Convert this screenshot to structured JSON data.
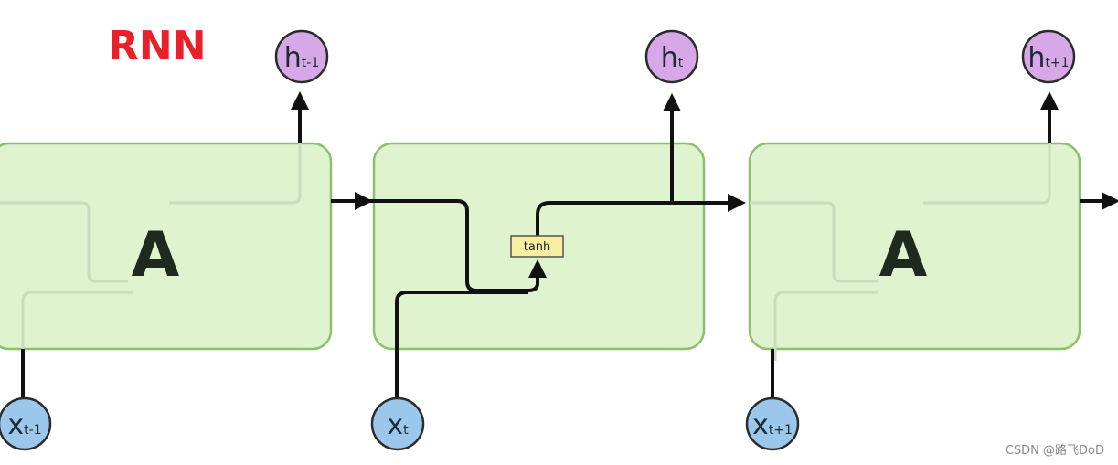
{
  "title": "RNN",
  "cell_label": "A",
  "activation_label": "tanh",
  "outputs": [
    {
      "main": "h",
      "sub": "t-1"
    },
    {
      "main": "h",
      "sub": "t"
    },
    {
      "main": "h",
      "sub": "t+1"
    }
  ],
  "inputs": [
    {
      "main": "x",
      "sub": "t-1"
    },
    {
      "main": "x",
      "sub": "t"
    },
    {
      "main": "x",
      "sub": "t+1"
    }
  ],
  "watermark": "CSDN @路飞DoD",
  "colors": {
    "title": "#e8202a",
    "cell_fill": "#dff3cf",
    "cell_stroke": "#8dbf6e",
    "output_node": "#d6a8e8",
    "input_node": "#9cc7ec",
    "node_stroke": "#2b2b2b",
    "tanh_fill": "#f7eea0",
    "line": "#111111"
  }
}
